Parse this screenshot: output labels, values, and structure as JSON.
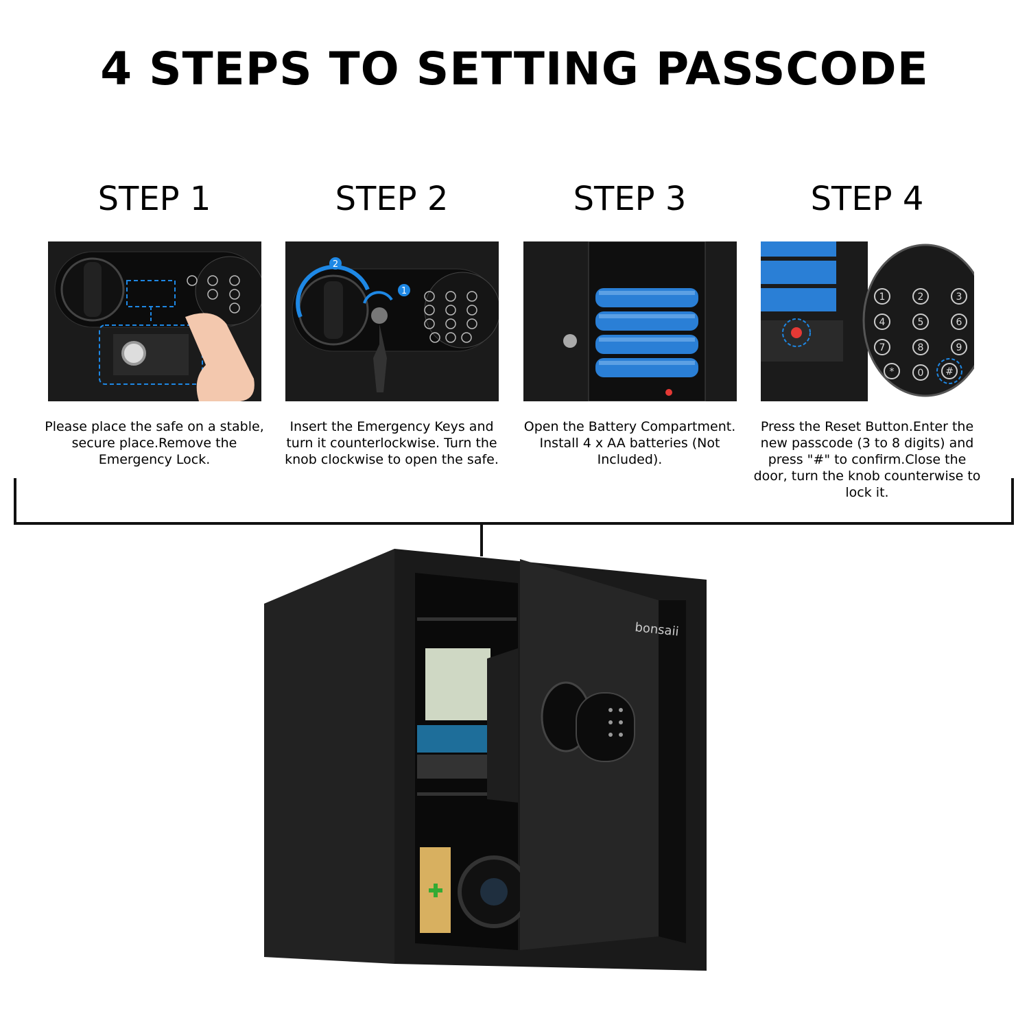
{
  "title": "4 STEPS TO SETTING PASSCODE",
  "steps": [
    {
      "label": "STEP 1",
      "text": "Please place the safe on a stable, secure place.Remove the Emergency Lock."
    },
    {
      "label": "STEP 2",
      "text": "Insert the Emergency Keys and turn it counterlockwise. Turn the knob clockwise to open the safe."
    },
    {
      "label": "STEP 3",
      "text": "Open the Battery Compartment. Install 4 x AA batteries (Not Included)."
    },
    {
      "label": "STEP 4",
      "text": "Press the Reset Button.Enter the new passcode (3 to 8 digits) and press \"#\" to confirm.Close the door, turn the knob counterwise to lock it."
    }
  ],
  "brand": "bonsaii",
  "colors": {
    "accent": "#1e88e5",
    "battery": "#2a7fd6",
    "safe": "#1a1a1a"
  }
}
